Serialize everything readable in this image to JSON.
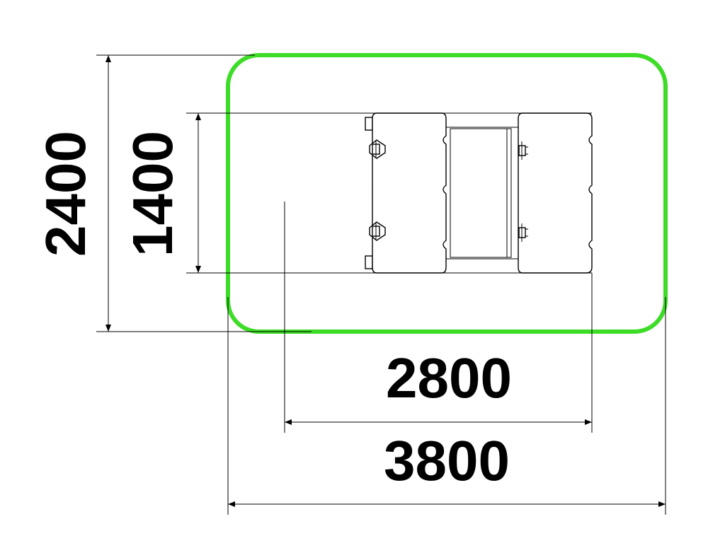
{
  "dimensions": {
    "overall_width": "3800",
    "inner_width": "2800",
    "overall_depth": "2400",
    "inner_depth": "1400"
  },
  "colors": {
    "safety_zone": "#3ddc27",
    "lines": "#000000",
    "background": "#ffffff"
  }
}
